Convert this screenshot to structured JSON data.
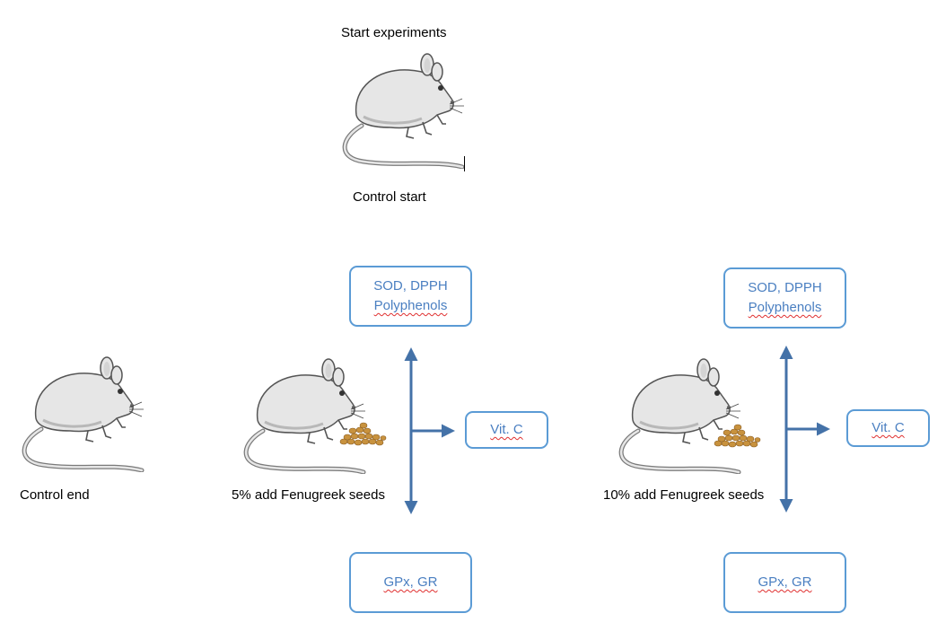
{
  "top": {
    "start_label": "Start experiments",
    "control_start_label": "Control start"
  },
  "control_end": {
    "label": "Control end"
  },
  "group_5": {
    "label": "5% add Fenugreek seeds",
    "box_top_line1": "SOD, DPPH",
    "box_top_line2": "Polyphenols",
    "box_right": "Vit. C",
    "box_bottom": "GPx, GR"
  },
  "group_10": {
    "label": "10% add Fenugreek seeds",
    "box_top_line1": "SOD, DPPH",
    "box_top_line2": "Polyphenols",
    "box_right": "Vit. C",
    "box_bottom": "GPx, GR"
  },
  "colors": {
    "box_border": "#5b9bd5",
    "box_text": "#4a7fc1",
    "arrow": "#4472a8",
    "mouse_body": "#e6e6e6",
    "seeds": "#c8923e"
  },
  "icons": [
    "mouse-icon",
    "fenugreek-seeds-icon"
  ]
}
